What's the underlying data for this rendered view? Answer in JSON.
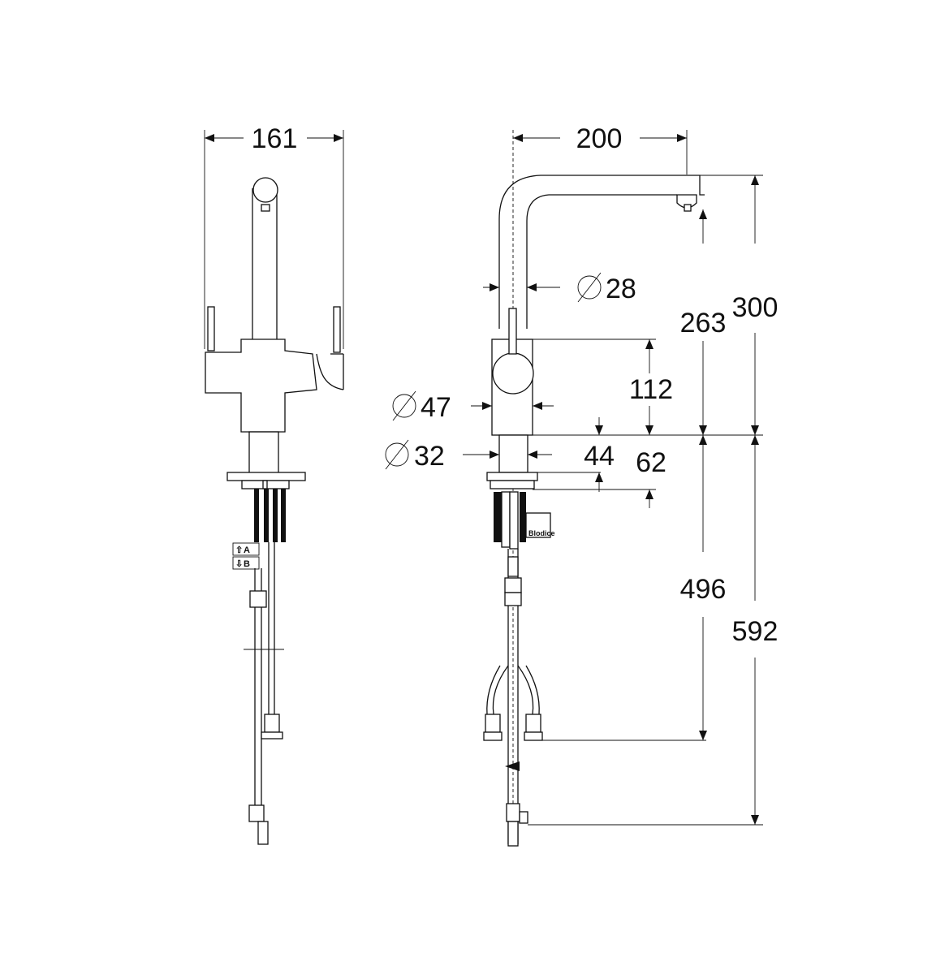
{
  "dimensions": {
    "width_front": "161",
    "reach": "200",
    "spout_diameter": "28",
    "body_diameter": "47",
    "shank_diameter": "32",
    "body_height": "112",
    "base_height_44": "44",
    "base_height_62": "62",
    "spout_height": "263",
    "total_height": "300",
    "hose_length": "496",
    "total_length": "592"
  },
  "labels": {
    "inlet_a": "A",
    "inlet_b": "B",
    "brand": "Blodice"
  },
  "colors": {
    "line": "#111111",
    "background": "#ffffff"
  }
}
